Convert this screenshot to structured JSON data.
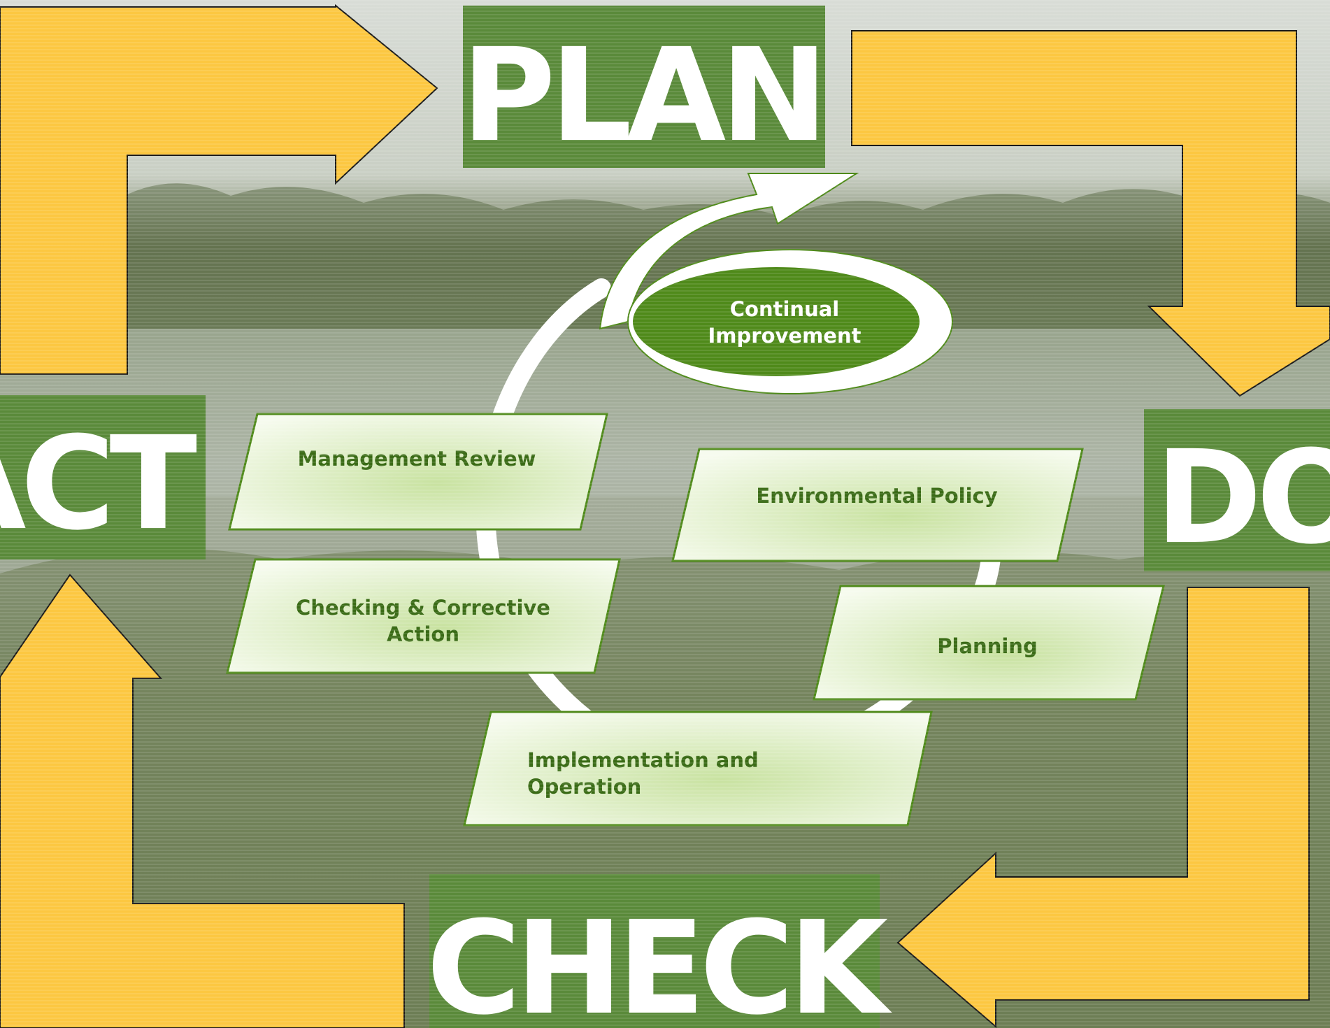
{
  "phases": {
    "plan": "PLAN",
    "do": "DO",
    "check": "CHECK",
    "act": "ACT"
  },
  "center": {
    "line1": "Continual",
    "line2": "Improvement"
  },
  "steps": {
    "management_review": "Management Review",
    "environmental_policy": "Environmental Policy",
    "checking_line1": "Checking & Corrective",
    "checking_line2": "Action",
    "planning": "Planning",
    "implementation_line1": "Implementation and",
    "implementation_line2": "Operation"
  },
  "colors": {
    "arrow_fill": "#fcc741",
    "phase_box": "#5a8a3a",
    "ellipse": "#4f8a1a",
    "step_text": "#3a6b16",
    "ring": "#ffffff"
  }
}
